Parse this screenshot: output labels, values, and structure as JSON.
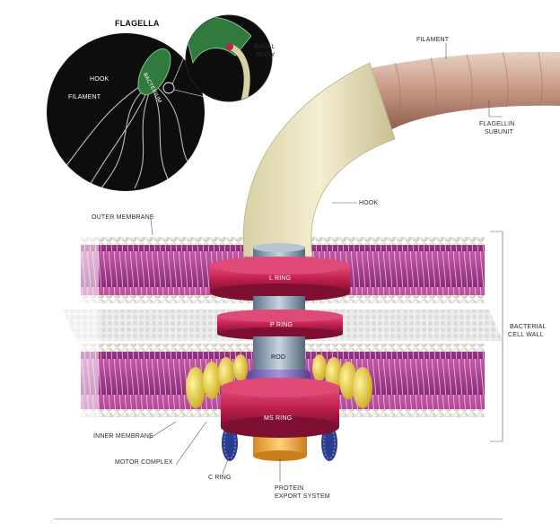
{
  "inset": {
    "title": "FLAGELLA",
    "bacterium_label": "BACTERIUM",
    "hook_label": "HOOK",
    "filament_label": "FILAMENT"
  },
  "labels": {
    "basal_body_line1": "BASAL",
    "basal_body_line2": "BODY",
    "filament": "FILAMENT",
    "flagellin_line1": "FLAGELLIN",
    "flagellin_line2": "SUBUNIT",
    "hook": "HOOK",
    "outer_membrane": "OUTER MEMBRANE",
    "bacterial_line1": "BACTERIAL",
    "bacterial_line2": "CELL WALL",
    "inner_membrane": "INNER MEMBRANE",
    "motor_complex": "MOTOR COMPLEX",
    "c_ring": "C RING",
    "protein_line1": "PROTEIN",
    "protein_line2": "EXPORT SYSTEM"
  },
  "parts": {
    "l_ring": "L RING",
    "p_ring": "P RING",
    "rod": "ROD",
    "ms_ring": "MS RING"
  },
  "colors": {
    "membrane_purple": "#b0429a",
    "bead": "#f2f0e4",
    "ring_red": "#c0204e",
    "rod_steel": "#8fa3b8",
    "motor_yellow": "#e8cf2e",
    "c_ring_blue": "#2c3c8c",
    "hook_cream": "#ece4bc",
    "filament_tan": "#c49a86",
    "bacterium_green": "#2f7a3c",
    "export_orange": "#f2b34a"
  }
}
